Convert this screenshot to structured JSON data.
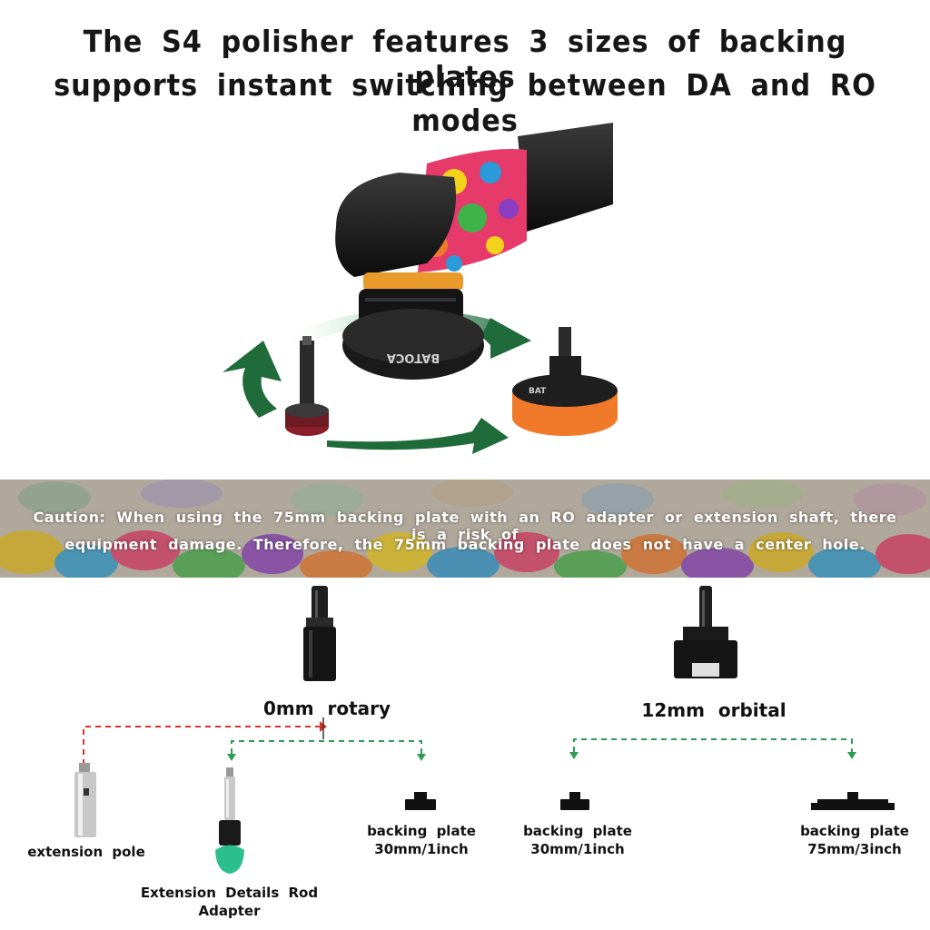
{
  "headline": {
    "line1": "The S4 polisher features 3 sizes of backing plates",
    "line2": "supports instant switching between DA and RO modes"
  },
  "hero": {
    "brand_text": "BATOCA",
    "pad_text": "BAT"
  },
  "caution": {
    "line1": "Caution: When using the 75mm backing plate with an RO adapter or extension shaft, there is a risk of",
    "line2": "equipment damage. Therefore, the 75mm backing plate does not have a center hole."
  },
  "modes": {
    "rotary": "0mm rotary",
    "orbital": "12mm orbital"
  },
  "items": {
    "extension_pole": "extension pole",
    "rod_adapter": "Extension Details Rod Adapter",
    "plate_rot_30_l1": "backing plate",
    "plate_rot_30_l2": "30mm/1inch",
    "plate_orb_30_l1": "backing plate",
    "plate_orb_30_l2": "30mm/1inch",
    "plate_75_l1": "backing plate",
    "plate_75_l2": "75mm/3inch"
  },
  "colors": {
    "arrow_green": "#1f6b3a",
    "dash_red": "#d9302a",
    "dash_green": "#2e9a55",
    "pad_orange": "#f07a2a"
  }
}
